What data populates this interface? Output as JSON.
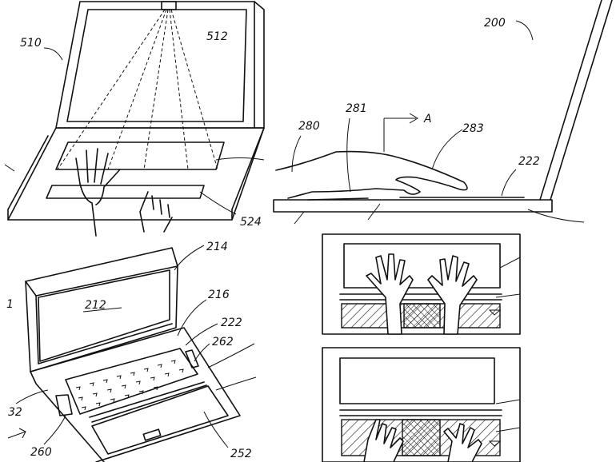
{
  "figure": {
    "panel_top_left": {
      "labels": [
        "510",
        "512",
        "524"
      ]
    },
    "panel_top_right": {
      "labels": [
        "200",
        "280",
        "281",
        "A",
        "283",
        "222"
      ]
    },
    "panel_bottom_left": {
      "labels": [
        "214",
        "212",
        "216",
        "222",
        "262",
        "32",
        "260",
        "252"
      ]
    },
    "panel_bottom_right": {
      "labels": []
    }
  }
}
